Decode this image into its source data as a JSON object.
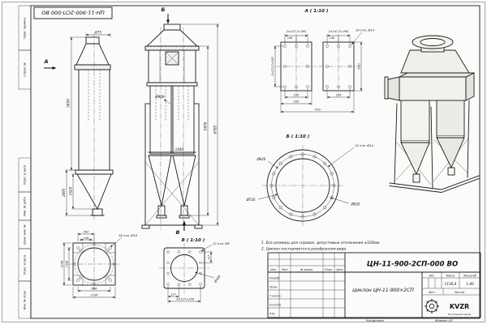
{
  "frame": {
    "stamp": "ЦН-11-900-2СП-000 ВО",
    "margin": [
      "Перв. примен.",
      "Справ. №",
      "Подп. и дата",
      "Инв. № дубл.",
      "Взам. инв. №",
      "Подп. и дата",
      "Инв. № подл."
    ],
    "copied": "Копировал",
    "format": "Формат А3"
  },
  "views": {
    "side": {
      "view_arrow": "А",
      "d875": "875",
      "d3850": "3850",
      "d1620": "1620",
      "d2695": "2695"
    },
    "front": {
      "arrow_top": "Б",
      "arrow_bottom": "В",
      "d908": "Ø908",
      "d1040": "1040",
      "d5479": "5479",
      "d6795": "6795"
    },
    "section_a": {
      "title": "А ( 1:10 )",
      "s295_l": "2×147,5=295",
      "s295_r": "2×147,5=295",
      "d148_l": "148",
      "d148_r": "148",
      "holes": "16 отв. Ø14",
      "v545": "2×272,5=545",
      "d630": "630",
      "d235_l": "235",
      "d235_r": "235",
      "d335": "335",
      "d710": "710"
    },
    "section_b": {
      "title": "Б ( 1:10 )",
      "holes": "16 отв. Ø14",
      "d820_a": "Ø820",
      "d720": "Ø720",
      "d820_b": "Ø820"
    },
    "view_v": {
      "title": "В ( 1:10 )",
      "holes": "12 отв. Ø8",
      "d117_b": "117",
      "d350_b": "3×117=350",
      "d117_r": "117",
      "d400": "Ø400"
    },
    "base": {
      "holes": "16 отв. Ø18",
      "d202": "202",
      "d140": "140",
      "d2146": "2146",
      "d1546": "1546",
      "d606": "606",
      "d1106": "1106"
    }
  },
  "notes": [
    "1. Все размеры для справок, допустимые отклонения ±100мм.",
    "2. Циклон поставляется в разобранном виде."
  ],
  "title_block": {
    "designation": "ЦН-11-900-2СП-000 ВО",
    "name": "Циклон ЦН-11-900×2СП",
    "cols": [
      "Изм.",
      "Лист",
      "№ докум.",
      "Подп.",
      "Дата"
    ],
    "rows": [
      "Разраб.",
      "Пров.",
      "Т.контр.",
      "Н.контр.",
      "Утв."
    ],
    "lit": "Лит.",
    "mass_label": "Масса",
    "scale_label": "Масштаб",
    "mass": "1136,8",
    "scale": "1:40",
    "sheet": "Лист",
    "sheets": "Листов",
    "logo": "KVZR",
    "logo_sub": "Котельный завод"
  }
}
